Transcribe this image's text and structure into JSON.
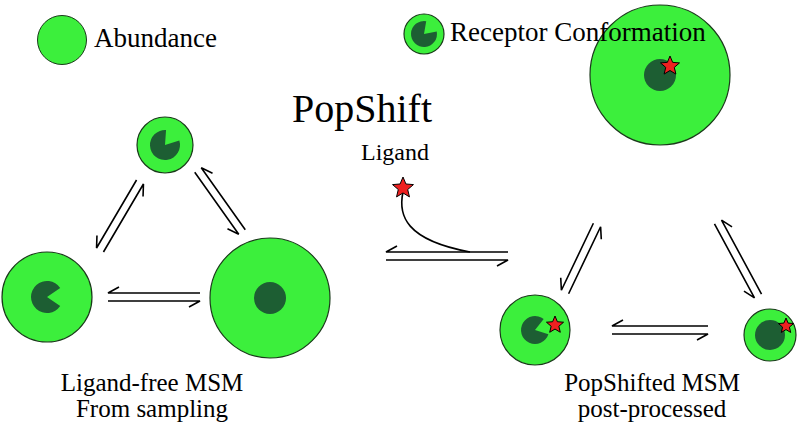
{
  "diagram": {
    "title": "PopShift",
    "labels": [
      "Ligand",
      "Ligand-free MSM From sampling",
      "PopShifted MSM post-processed"
    ],
    "legend": [
      {
        "text": "Abundance",
        "color": "#3cef3c"
      },
      {
        "text": "Receptor Conformation"
      }
    ]
  }
}
